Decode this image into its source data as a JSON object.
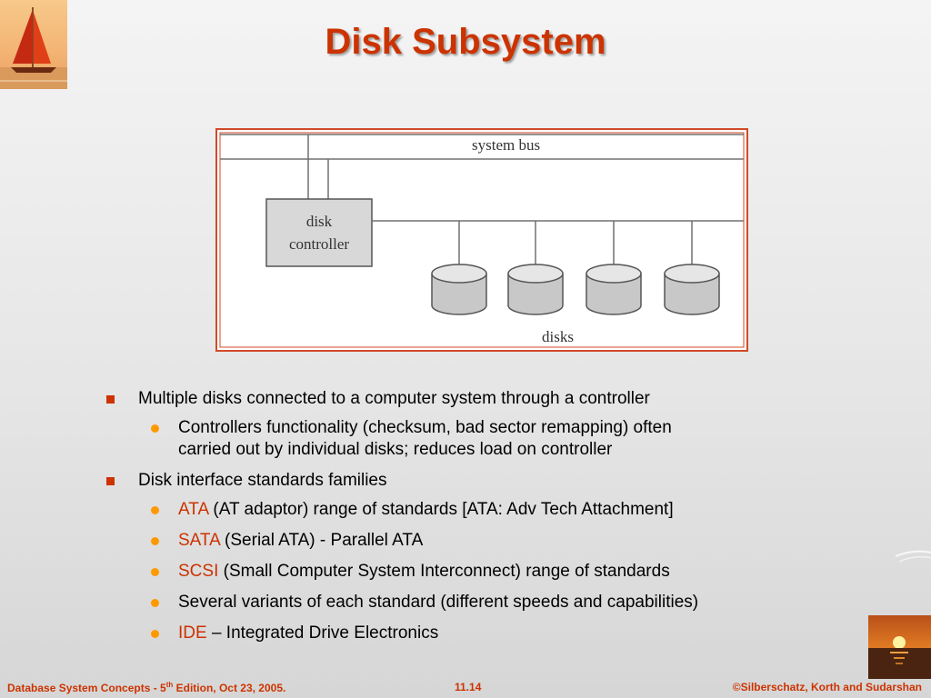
{
  "title": "Disk Subsystem",
  "figure": {
    "bus_label": "system bus",
    "controller_label_line1": "disk",
    "controller_label_line2": "controller",
    "disks_label": "disks"
  },
  "bullets": [
    {
      "text": "Multiple disks connected to a computer system through a controller",
      "sub": [
        {
          "line1": "Controllers functionality (checksum, bad sector remapping) often",
          "line2": "carried out by individual disks; reduces load on controller"
        }
      ]
    },
    {
      "text": "Disk interface standards families",
      "sub": [
        {
          "term": "ATA",
          "rest": " (AT adaptor) range of standards [ATA: Adv Tech Attachment]"
        },
        {
          "term": "SATA",
          "rest": " (Serial ATA)  - Parallel ATA"
        },
        {
          "term": "SCSI",
          "rest": " (Small Computer System Interconnect) range of standards"
        },
        {
          "text": "Several variants of each standard (different speeds and capabilities)"
        },
        {
          "term": "IDE",
          "rest": " – Integrated Drive Electronics"
        }
      ]
    }
  ],
  "footer": {
    "left_prefix": "Database System Concepts - 5",
    "left_sup": "th",
    "left_suffix": " Edition, Oct 23,  2005.",
    "page": "11.14",
    "right": "©Silberschatz, Korth and Sudarshan"
  },
  "colors": {
    "accent": "#cc3300",
    "bullet_dot": "#ff9900"
  },
  "icons": {
    "top_left": "sailboat-logo",
    "bottom_right": "sunset-logo"
  }
}
